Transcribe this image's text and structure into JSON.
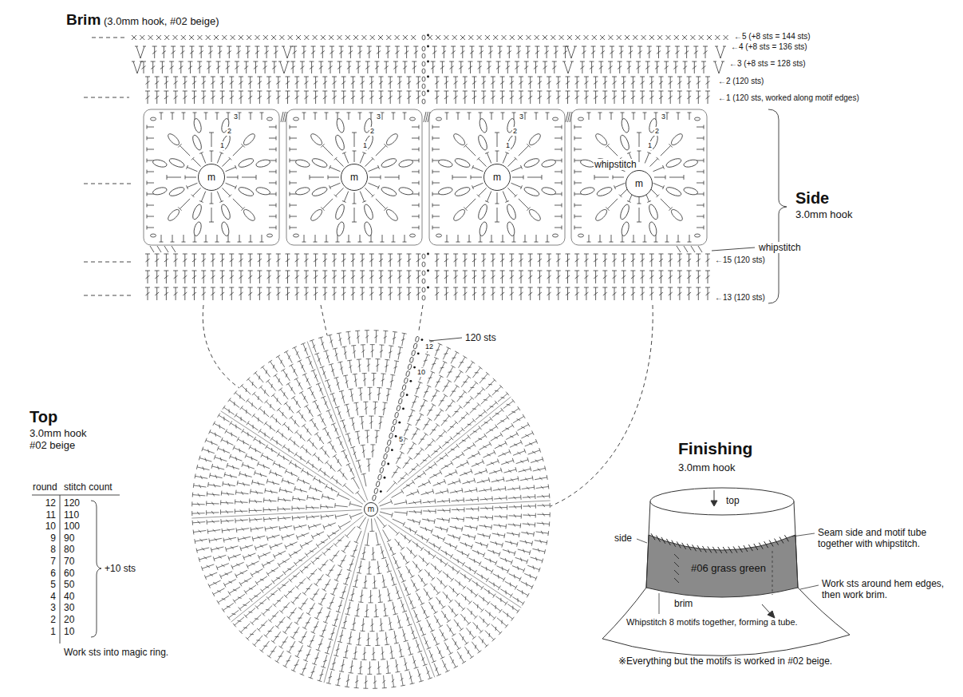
{
  "diagram": {
    "nodes": [
      {
        "text": [
          "m"
        ]
      },
      {
        "text": [
          "m"
        ]
      },
      {
        "text": [
          "m"
        ]
      },
      {
        "text": [
          "m"
        ]
      },
      {
        "text": [
          "m"
        ]
      },
      {
        "text": [
          "#06 grass green"
        ]
      }
    ],
    "labels": [
      "Brim",
      "(3.0mm hook, #02 beige)",
      "←5 (+8 sts = 144 sts)",
      "←4 (+8 sts = 136 sts)",
      "←3 (+8 sts = 128 sts)",
      "←2 (120 sts)",
      "←1 (120 sts, worked along motif edges)",
      "3",
      "2",
      "1",
      "3",
      "2",
      "1",
      "3",
      "2",
      "1",
      "3",
      "2",
      "1",
      "whipstitch",
      "Side",
      "3.0mm hook",
      "whipstitch",
      "←15 (120 sts)",
      "←13 (120 sts)",
      "12",
      "10",
      "5",
      "120 sts",
      "Top",
      "3.0mm hook",
      "#02 beige",
      "round",
      "stitch count",
      "12",
      "120",
      "11",
      "110",
      "10",
      "100",
      "9",
      "90",
      "8",
      "80",
      "7",
      "70",
      "6",
      "60",
      "5",
      "50",
      "4",
      "40",
      "3",
      "30",
      "2",
      "20",
      "1",
      "10",
      "+10 sts",
      "Work sts into magic ring.",
      "Finishing",
      "3.0mm hook",
      "top",
      "side",
      "brim",
      "Seam side and motif tube together with whipstitch.",
      "Work sts around hem edges, then work brim.",
      "Whipstitch 8 motifs together, forming a tube.",
      "※Everything but the motifs is worked in #02 beige."
    ]
  }
}
